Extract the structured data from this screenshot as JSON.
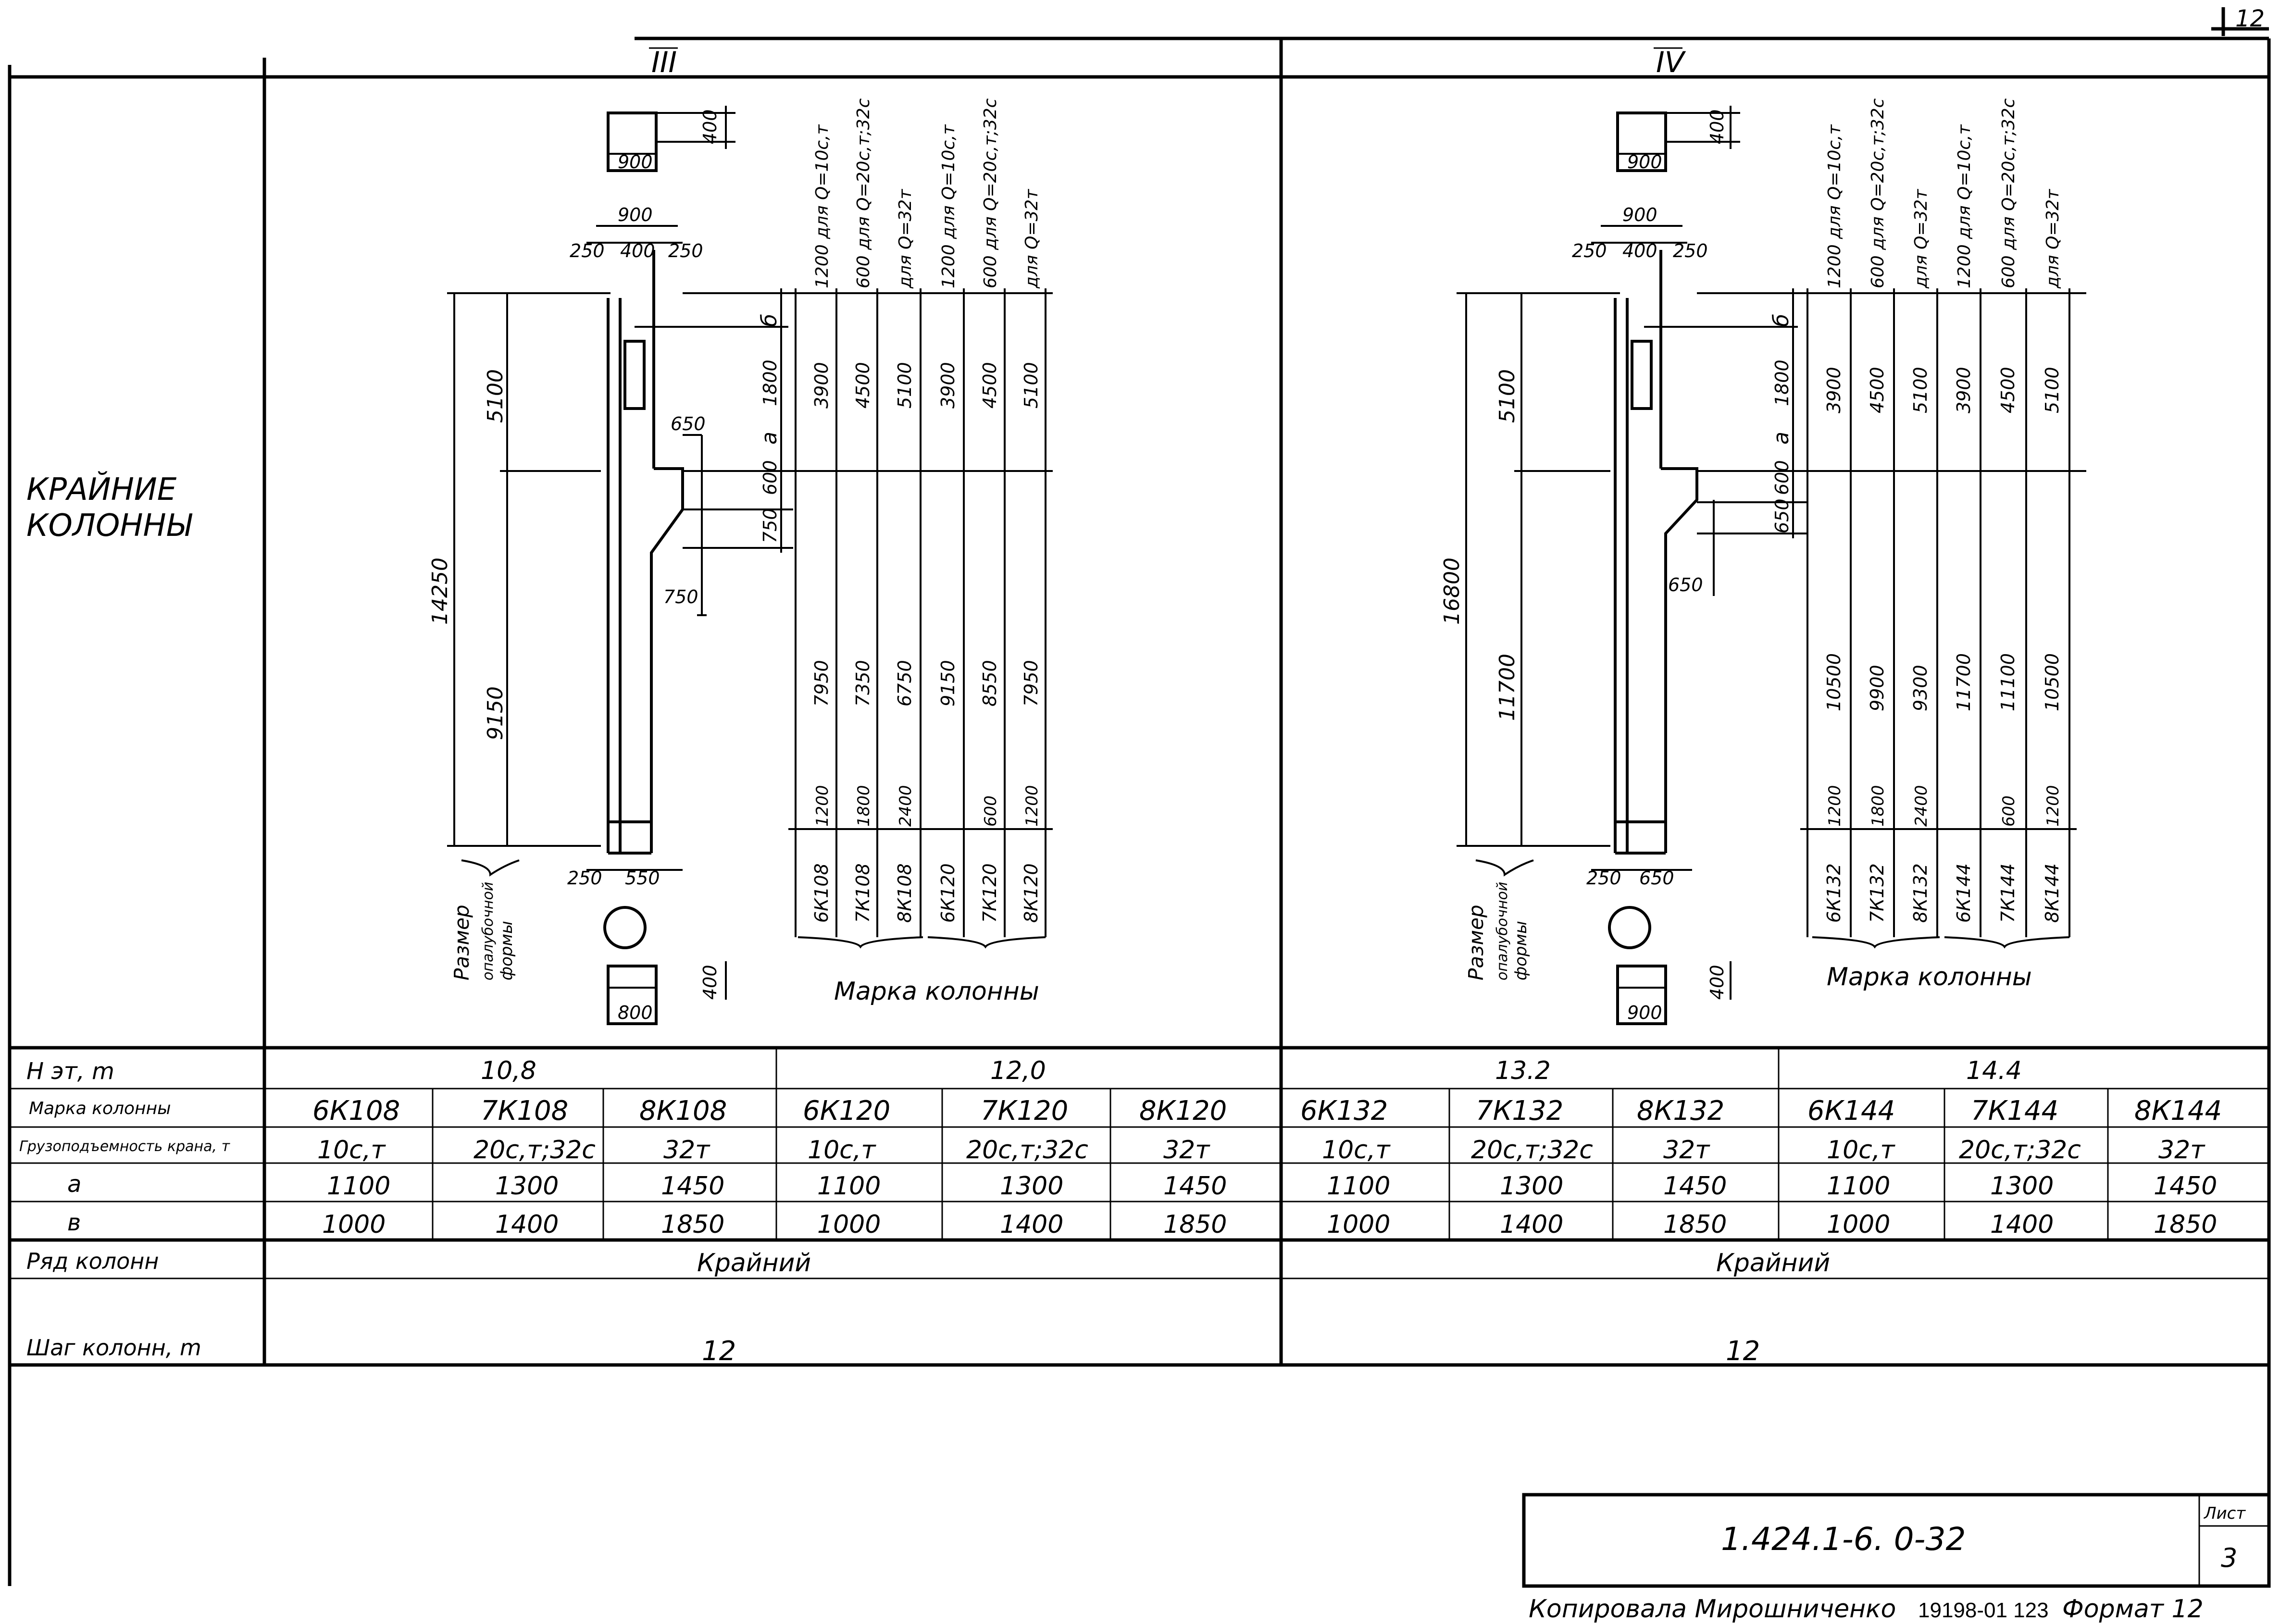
{
  "sheet_corner": "12",
  "left_label": [
    "КРАЙНИЕ",
    "КОЛОННЫ"
  ],
  "sections": {
    "iii": {
      "roman": "III",
      "top_section": {
        "w": "900",
        "h": "400"
      },
      "widths": {
        "total": "900",
        "left": "250",
        "mid": "400",
        "right": "250"
      },
      "heights": {
        "total": "14250",
        "upper": "5100",
        "lower": "9150"
      },
      "b_dim": "1800",
      "a_dim": "600",
      "haunch_h": "750",
      "console_w": "650",
      "haunch_w": "750",
      "bottom_widths": {
        "left": "250",
        "right": "550"
      },
      "bottom_section": {
        "w": "800",
        "h": "400"
      },
      "size_label": [
        "Размер",
        "опалубочной",
        "формы"
      ],
      "letter_b": "б",
      "letter_a": "а",
      "marka_label": "Марка колонны",
      "columns": [
        {
          "q": "1200 для Q=10с,т",
          "upper": "3900",
          "lower": "7950",
          "bottom": "1200",
          "mark": "6К108"
        },
        {
          "q": "600 для Q=20с,т;32с",
          "upper": "4500",
          "lower": "7350",
          "bottom": "1800",
          "mark": "7К108"
        },
        {
          "q": "для Q=32т",
          "upper": "5100",
          "lower": "6750",
          "bottom": "2400",
          "mark": "8К108"
        },
        {
          "q": "1200 для Q=10с,т",
          "upper": "3900",
          "lower": "9150",
          "bottom": "",
          "mark": "6К120"
        },
        {
          "q": "600 для Q=20с,т;32с",
          "upper": "4500",
          "lower": "8550",
          "bottom": "600",
          "mark": "7К120"
        },
        {
          "q": "для Q=32т",
          "upper": "5100",
          "lower": "7950",
          "bottom": "1200",
          "mark": "8К120"
        }
      ]
    },
    "iv": {
      "roman": "IV",
      "top_section": {
        "w": "900",
        "h": "400"
      },
      "widths": {
        "total": "900",
        "left": "250",
        "mid": "400",
        "right": "250"
      },
      "heights": {
        "total": "16800",
        "upper": "5100",
        "lower": "11700"
      },
      "b_dim": "1800",
      "a_dim": "600",
      "haunch_h": "650",
      "console_w": "650",
      "bottom_widths": {
        "left": "250",
        "right": "650"
      },
      "bottom_section": {
        "w": "900",
        "h": "400"
      },
      "size_label": [
        "Размер",
        "опалубочной",
        "формы"
      ],
      "letter_b": "б",
      "letter_a": "а",
      "marka_label": "Марка колонны",
      "columns": [
        {
          "q": "1200 для Q=10с,т",
          "upper": "3900",
          "lower": "10500",
          "bottom": "1200",
          "mark": "6К132"
        },
        {
          "q": "600 для Q=20с,т;32с",
          "upper": "4500",
          "lower": "9900",
          "bottom": "1800",
          "mark": "7К132"
        },
        {
          "q": "для Q=32т",
          "upper": "5100",
          "lower": "9300",
          "bottom": "2400",
          "mark": "8К132"
        },
        {
          "q": "1200 для Q=10с,т",
          "upper": "3900",
          "lower": "11700",
          "bottom": "",
          "mark": "6К144"
        },
        {
          "q": "600 для Q=20с,т;32с",
          "upper": "4500",
          "lower": "11100",
          "bottom": "600",
          "mark": "7К144"
        },
        {
          "q": "для Q=32т",
          "upper": "5100",
          "lower": "10500",
          "bottom": "1200",
          "mark": "8К144"
        }
      ]
    }
  },
  "table": {
    "row_labels": {
      "h": "Н эт, m",
      "marka": "Марка колонны",
      "gruz": "Грузоподъемность крана, т",
      "a": "а",
      "b": "в",
      "ryad": "Ряд колонн",
      "shag": "Шаг колонн, m"
    },
    "heights": [
      "10,8",
      "12,0",
      "13.2",
      "14.4"
    ],
    "marks": [
      "6К108",
      "7К108",
      "8К108",
      "6К120",
      "7К120",
      "8К120",
      "6К132",
      "7К132",
      "8К132",
      "6К144",
      "7К144",
      "8К144"
    ],
    "capacity": [
      "10с,т",
      "20с,т;32с",
      "32т",
      "10с,т",
      "20с,т;32с",
      "32т",
      "10с,т",
      "20с,т;32с",
      "32т",
      "10с,т",
      "20с,т;32с",
      "32т"
    ],
    "a": [
      "1100",
      "1300",
      "1450",
      "1100",
      "1300",
      "1450",
      "1100",
      "1300",
      "1450",
      "1100",
      "1300",
      "1450"
    ],
    "b": [
      "1000",
      "1400",
      "1850",
      "1000",
      "1400",
      "1850",
      "1000",
      "1400",
      "1850",
      "1000",
      "1400",
      "1850"
    ],
    "ryad": [
      "Крайний",
      "Крайний"
    ],
    "shag": [
      "12",
      "12"
    ]
  },
  "stamp": {
    "code": "1.424.1-6. 0-32",
    "list_label": "Лист",
    "list_no": "3"
  },
  "footer": {
    "copied": "Копировала Мирошниченко",
    "number": "19198-01 123",
    "format": "Формат 12"
  }
}
